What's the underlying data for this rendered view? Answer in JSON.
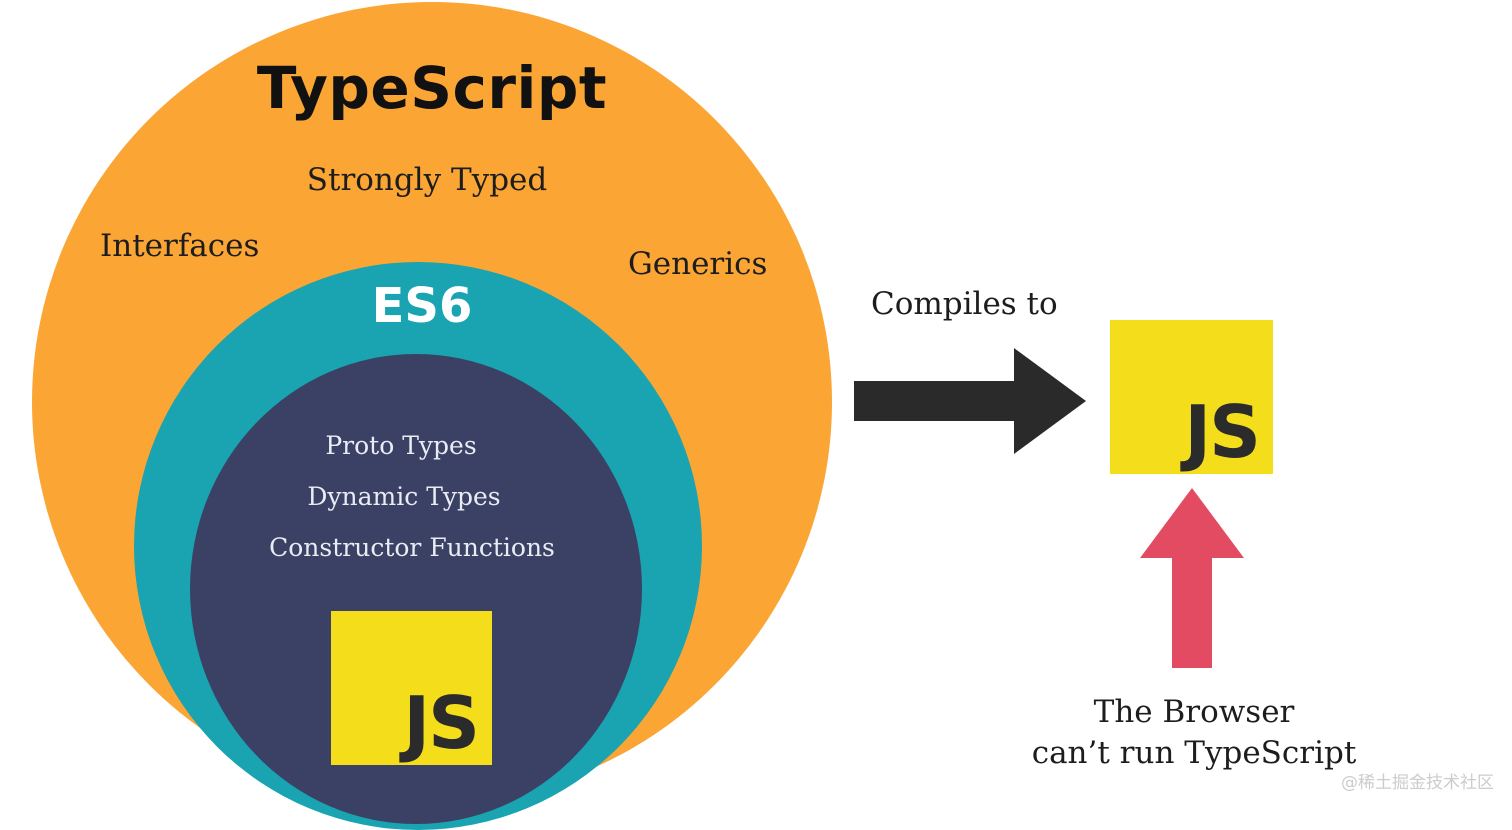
{
  "diagram": {
    "typescript": {
      "title": "TypeScript",
      "features": [
        "Strongly Typed",
        "Interfaces",
        "Generics"
      ]
    },
    "es6": {
      "title": "ES6"
    },
    "javascript": {
      "features": [
        "Proto Types",
        "Dynamic Types",
        "Constructor Functions"
      ],
      "logo_text": "JS"
    },
    "compile": {
      "label": "Compiles to",
      "target_logo_text": "JS"
    },
    "browser": {
      "line1": "The Browser",
      "line2": "can’t run TypeScript"
    },
    "watermark": "@稀土掘金技术社区"
  },
  "colors": {
    "typescript_circle": "#FBA535",
    "es6_circle": "#1AA3B0",
    "js_circle": "#3B4164",
    "js_logo_bg": "#F4DE1C",
    "js_logo_text": "#2B2B2B",
    "compile_arrow": "#2A2A2A",
    "browser_arrow": "#E24B62",
    "watermark_text": "#CCCCCC"
  }
}
